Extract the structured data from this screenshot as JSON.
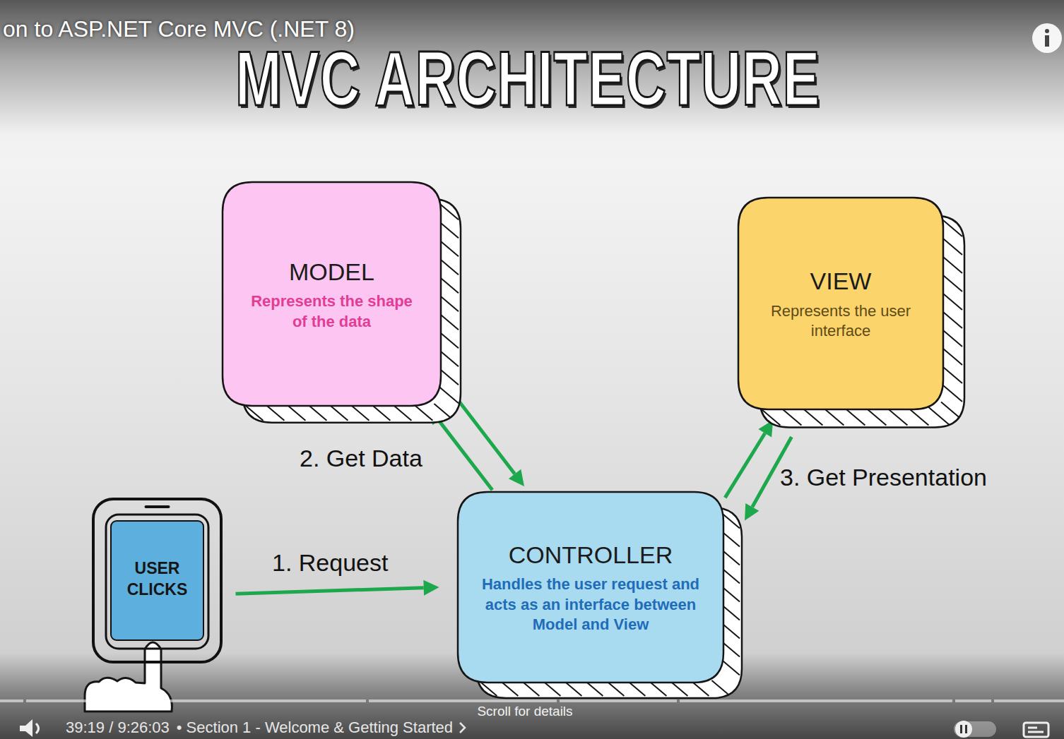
{
  "diagram": {
    "title": "MVC ARCHITECTURE",
    "nodes": [
      {
        "text": [
          "MODEL",
          "Represents the shape of the data"
        ]
      },
      {
        "text": [
          "VIEW",
          "Represents the user interface"
        ]
      },
      {
        "text": [
          "USER CLICKS"
        ]
      },
      {
        "text": [
          "CONTROLLER",
          "Handles the user request and acts as an interface between Model and View"
        ]
      }
    ],
    "edges": [
      {
        "from": 2,
        "to": 3,
        "label": "1. Request",
        "arrow": "to"
      },
      {
        "from": 3,
        "to": 0,
        "label": "2. Get Data",
        "arrow": "to"
      },
      {
        "from": 0,
        "to": 3,
        "arrow": "to"
      },
      {
        "from": 3,
        "to": 1,
        "label": "3. Get Presentation",
        "arrow": "to"
      },
      {
        "from": 1,
        "to": 3,
        "arrow": "to"
      }
    ],
    "labels": [
      "on to ASP.NET Core MVC (.NET 8)",
      "39:19 / 9:26:03",
      "• Section 1 - Welcome & Getting Started",
      "Scroll for details"
    ]
  }
}
